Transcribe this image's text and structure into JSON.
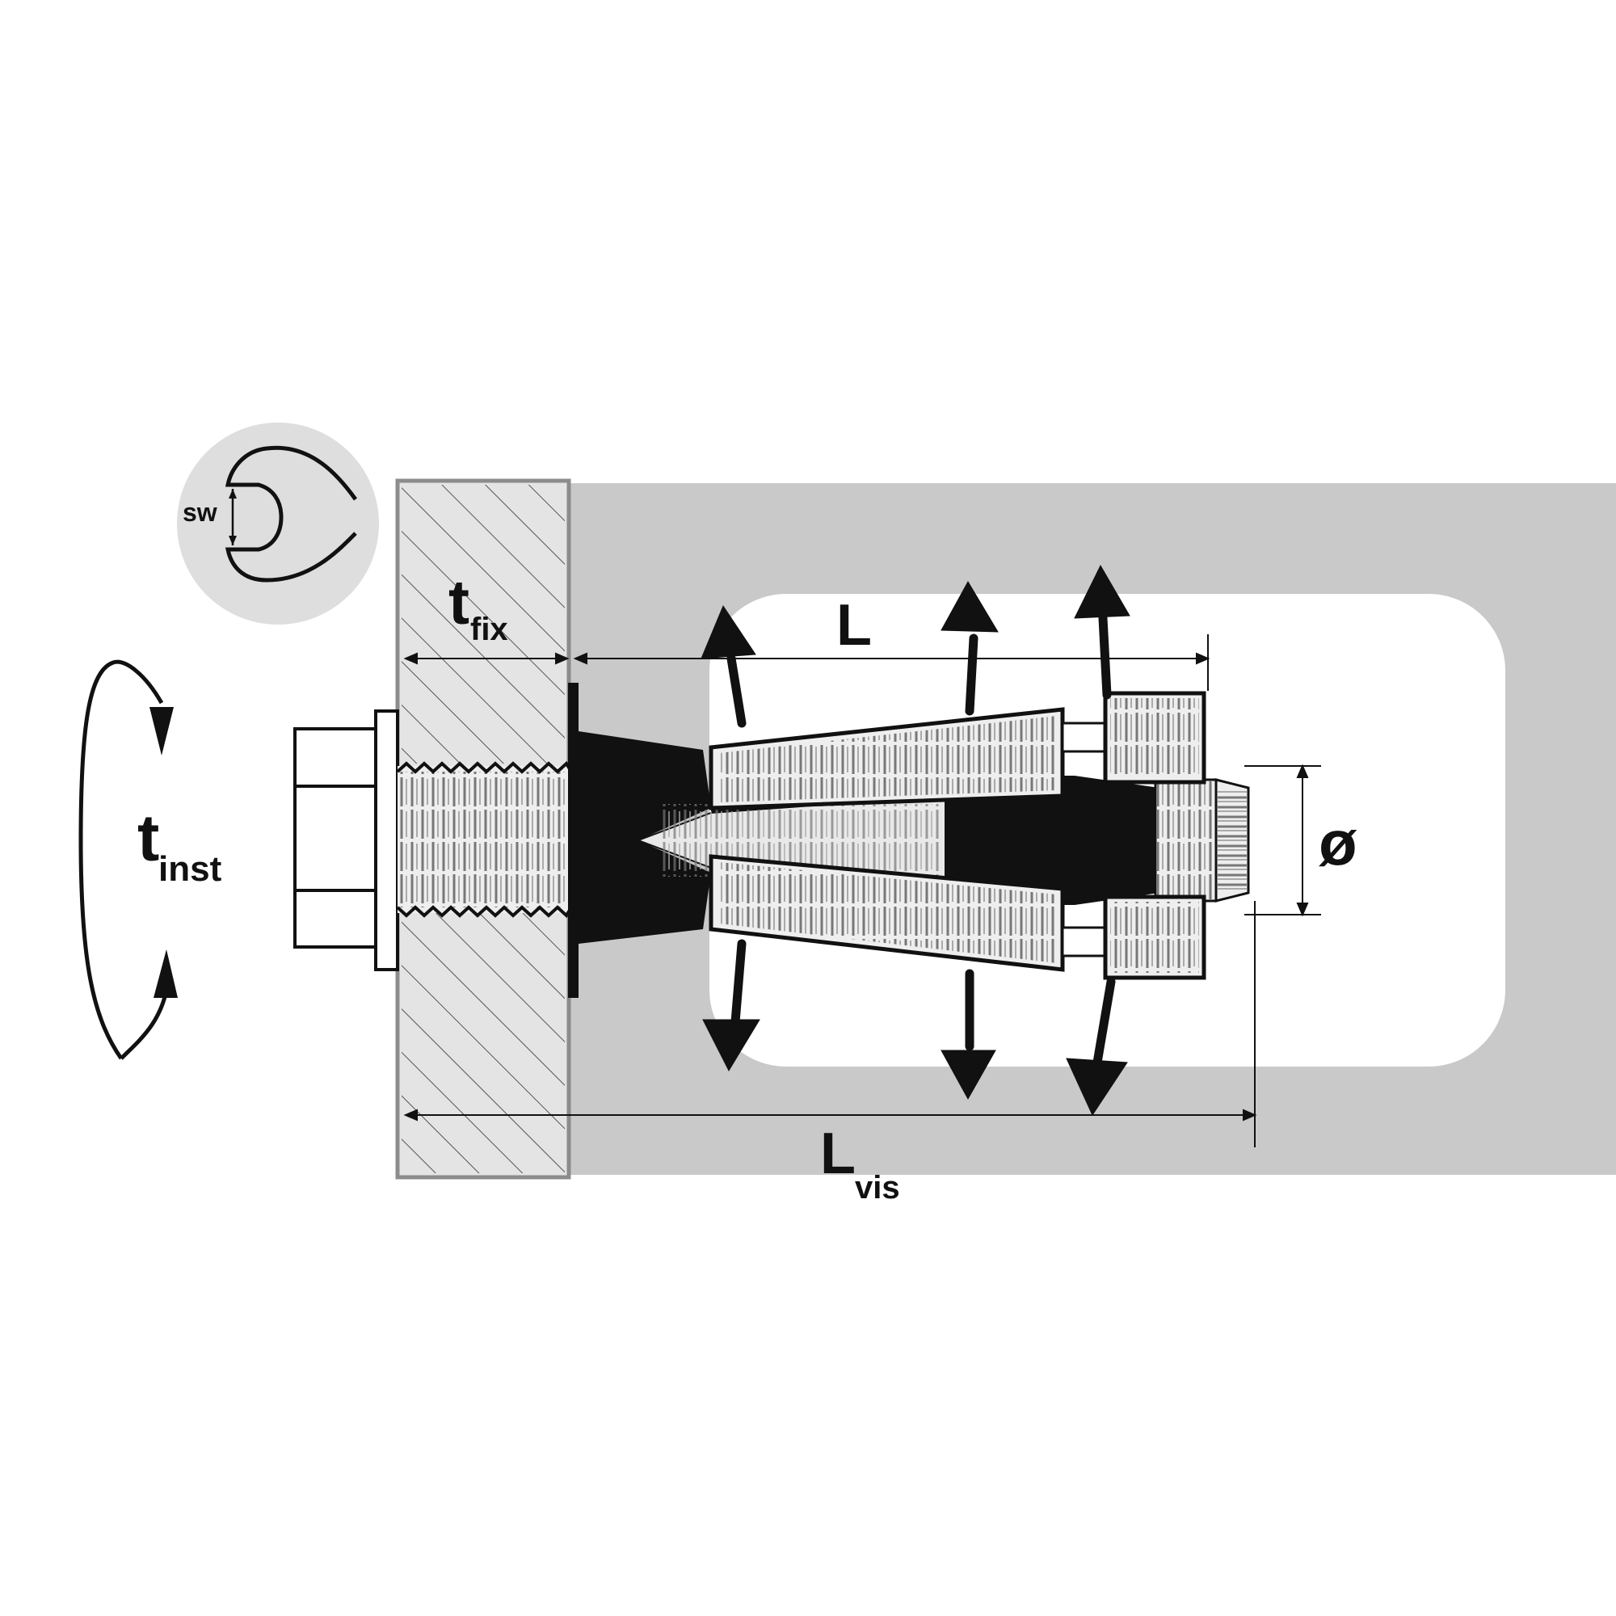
{
  "labels": {
    "wrench_size": "sw",
    "fixture_thickness_main": "t",
    "fixture_thickness_sub": "fix",
    "anchor_length": "L",
    "install_torque_main": "t",
    "install_torque_sub": "inst",
    "diameter": "ø",
    "visible_length_main": "L",
    "visible_length_sub": "vis"
  },
  "colors": {
    "base_material": "#c9c9c9",
    "hole": "#ffffff",
    "fixture_fill": "#e4e4e4",
    "fixture_border": "#8c8c8c",
    "ink": "#111111",
    "thread_fill": "#ebebeb"
  },
  "icons": {
    "wrench": "wrench-icon",
    "rotation": "rotation-arrow-icon",
    "expansion": "expansion-arrow-icon"
  }
}
